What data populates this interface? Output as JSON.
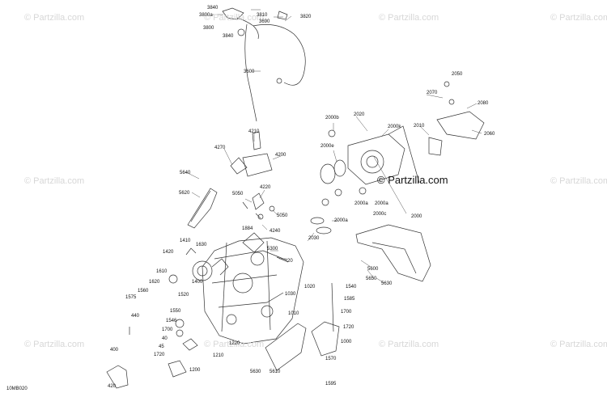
{
  "watermark": {
    "text": "© Partzilla.com",
    "main_text": "© Partzilla.com"
  },
  "diagram_code": "10MB020",
  "callouts": [
    "3840",
    "3800a",
    "3810",
    "3690",
    "3820",
    "3800",
    "3840",
    "3600",
    "4210",
    "4270",
    "4200",
    "5640",
    "5620",
    "4220",
    "5050",
    "5050",
    "4240",
    "1884",
    "2050",
    "2070",
    "2080",
    "2010",
    "2060",
    "2020",
    "2000b",
    "2000k",
    "2000e",
    "2000a",
    "2000a",
    "2000c",
    "2000",
    "2000a",
    "2030",
    "5300",
    "20",
    "1410",
    "1630",
    "1420",
    "1610",
    "1620",
    "1400",
    "1560",
    "1575",
    "1520",
    "440",
    "1550",
    "1546",
    "1700",
    "40",
    "45",
    "1720",
    "1200",
    "400",
    "420",
    "1210",
    "1220",
    "5630",
    "5610",
    "1030",
    "1020",
    "1010",
    "1540",
    "1585",
    "1700",
    "1720",
    "1000",
    "1570",
    "1595",
    "5600",
    "5650",
    "5630"
  ]
}
